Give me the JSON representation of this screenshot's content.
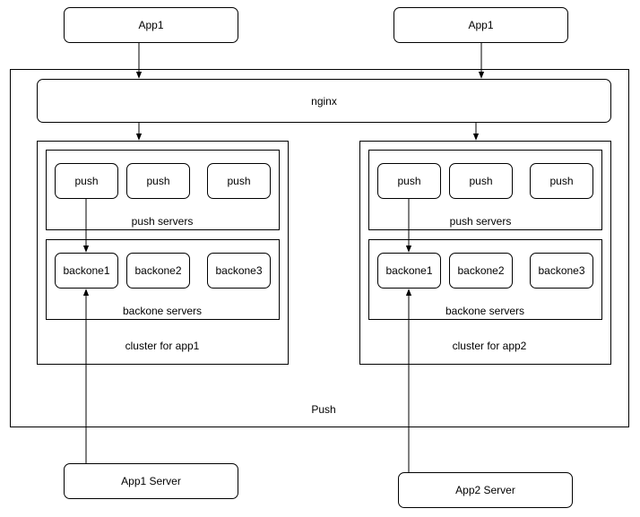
{
  "clients": {
    "left_app": "App1",
    "right_app": "App1"
  },
  "push_system": {
    "label": "Push",
    "nginx": "nginx",
    "clusters": [
      {
        "label": "cluster for app1",
        "push_group_label": "push servers",
        "push_nodes": [
          "push",
          "push",
          "push"
        ],
        "backone_group_label": "backone servers",
        "backone_nodes": [
          "backone1",
          "backone2",
          "backone3"
        ]
      },
      {
        "label": "cluster for app2",
        "push_group_label": "push servers",
        "push_nodes": [
          "push",
          "push",
          "push"
        ],
        "backone_group_label": "backone servers",
        "backone_nodes": [
          "backone1",
          "backone2",
          "backone3"
        ]
      }
    ]
  },
  "servers": {
    "app1_server": "App1 Server",
    "app2_server": "App2 Server"
  },
  "colors": {
    "stroke": "#000000",
    "fill": "#ffffff",
    "text": "#000000"
  }
}
